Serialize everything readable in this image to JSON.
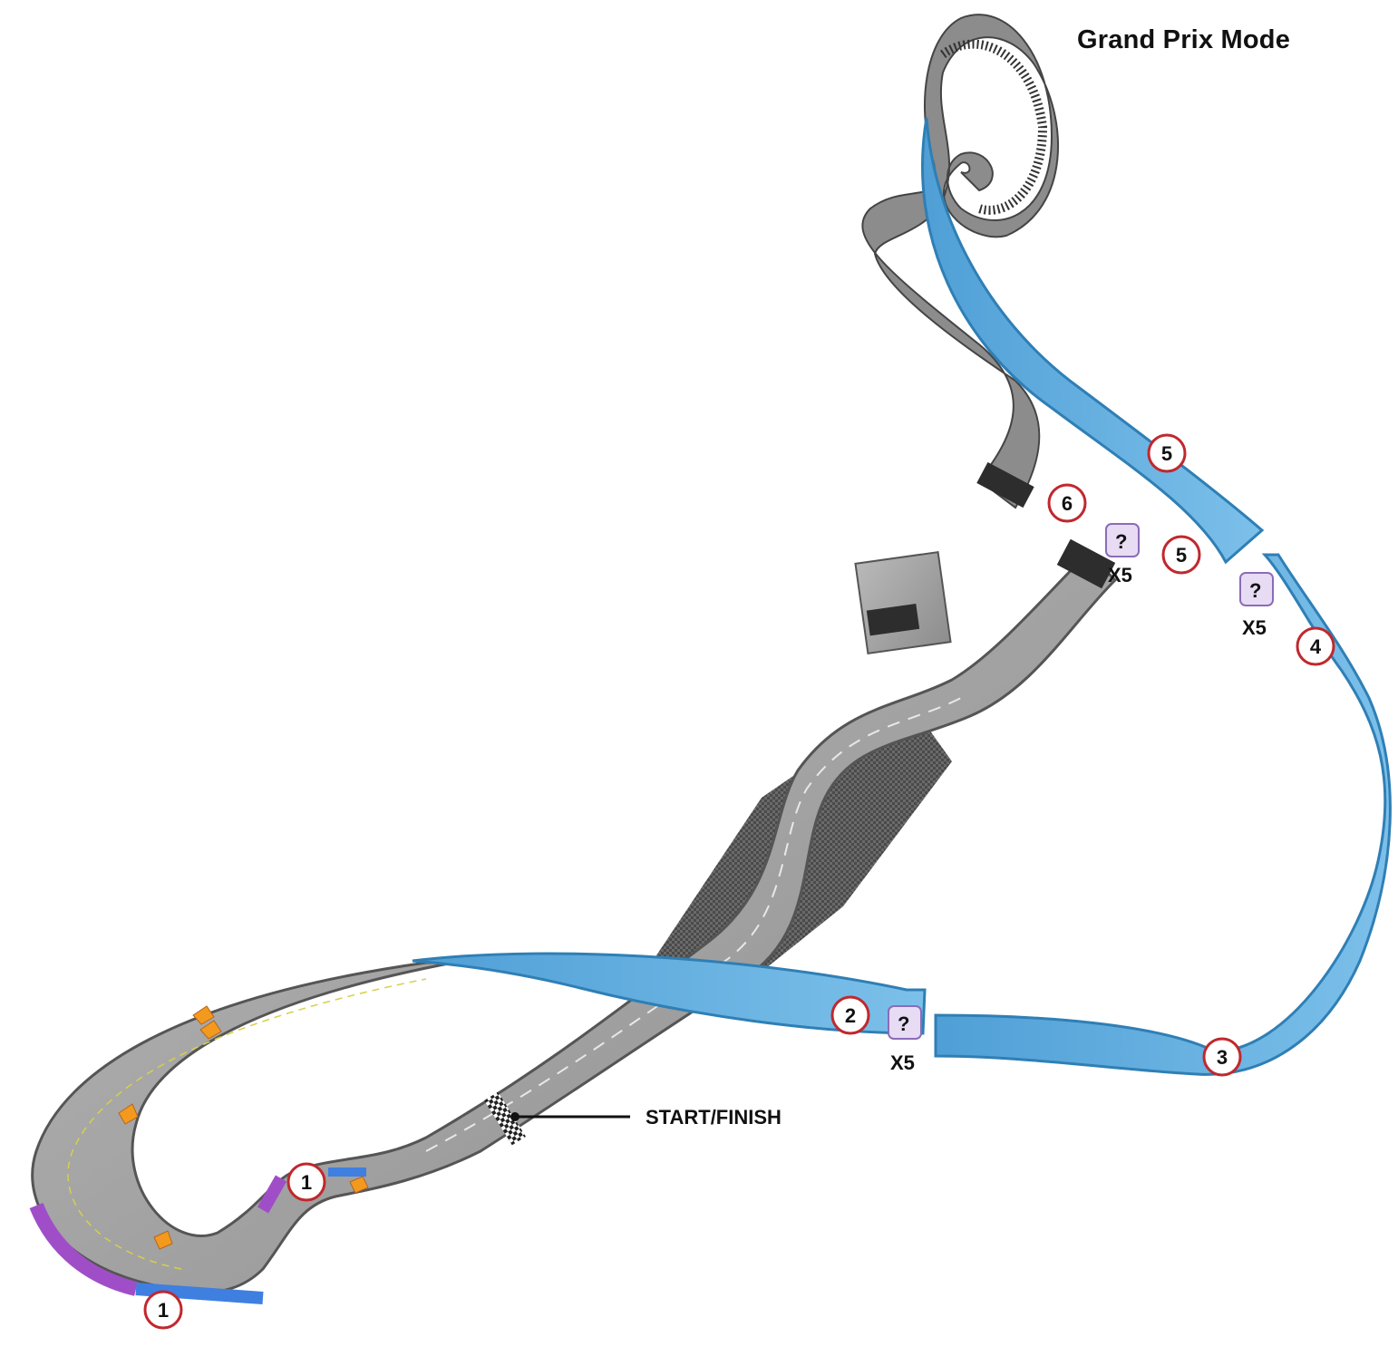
{
  "title": "Grand Prix Mode",
  "start_finish_label": "START/FINISH",
  "multiplier_label": "X5",
  "markers": {
    "m1a": "1",
    "m1b": "1",
    "m2": "2",
    "m3": "3",
    "m4": "4",
    "m5a": "5",
    "m5b": "5",
    "m6": "6"
  },
  "colors": {
    "track_gray": "#9a9a9a",
    "track_dark": "#6e6e6e",
    "track_blue": "#5aa9dc",
    "blue_edge": "#2f7fb5",
    "marker_red": "#c0282d",
    "boost_purple": "#a04ec8",
    "boost_blue": "#3f7fe0",
    "arrow_orange": "#f39a1e"
  }
}
